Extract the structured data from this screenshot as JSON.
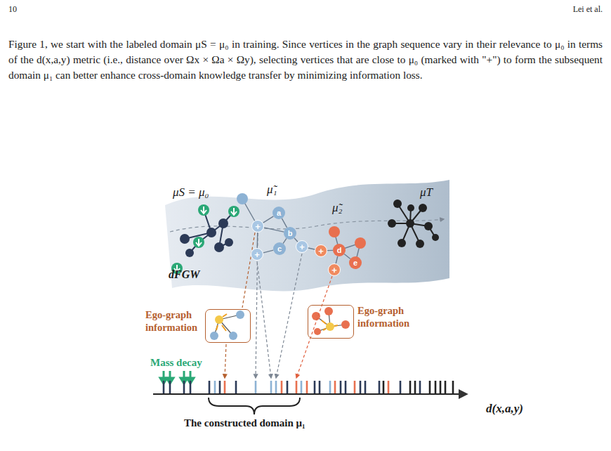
{
  "diagram": {
    "nodes": [
      {
        "text": [
          "a"
        ]
      },
      {
        "text": [
          "+"
        ]
      },
      {
        "text": [
          "b"
        ]
      },
      {
        "text": [
          "+"
        ]
      },
      {
        "text": [
          "c"
        ]
      },
      {
        "text": [
          "+"
        ]
      },
      {
        "text": [
          "+"
        ]
      },
      {
        "text": [
          "d"
        ]
      },
      {
        "text": [
          "+"
        ]
      },
      {
        "text": [
          "e"
        ]
      },
      {
        "text": [
          "Ego-graph information"
        ]
      },
      {
        "text": [
          "Ego-graph information"
        ]
      }
    ],
    "edges": [
      {
        "from": 1,
        "to": 0,
        "arrow": "none"
      },
      {
        "from": 1,
        "to": 2,
        "arrow": "none"
      },
      {
        "from": 0,
        "to": 2,
        "arrow": "none"
      },
      {
        "from": 2,
        "to": 4,
        "arrow": "none"
      },
      {
        "from": 2,
        "to": 5,
        "arrow": "none"
      },
      {
        "from": 4,
        "to": 3,
        "arrow": "none"
      },
      {
        "from": 1,
        "to": 3,
        "arrow": "none"
      },
      {
        "from": 6,
        "to": 7,
        "arrow": "none"
      },
      {
        "from": 7,
        "to": 8,
        "arrow": "none"
      },
      {
        "from": 7,
        "to": 9,
        "arrow": "none"
      }
    ],
    "labels": [
      "10",
      "Lei et al.",
      "Figure 1, we start with the labeled domain μS = μ₀ in training. Since vertices in the graph sequence vary in their relevance to μ₀ in terms of the d(x,a,y) metric (i.e., distance over Ωx × Ωa × Ωy), selecting vertices that are close to μ₀ (marked with \"+\") to form the subsequent domain μ₁ can better enhance cross-domain knowledge transfer by minimizing information loss.",
      "μS = μ₀",
      "μ̃₁",
      "μ̃₂",
      "μT",
      "dFGW",
      "Mass decay",
      "d(x,a,y)",
      "The constructed domain μ₁"
    ]
  }
}
